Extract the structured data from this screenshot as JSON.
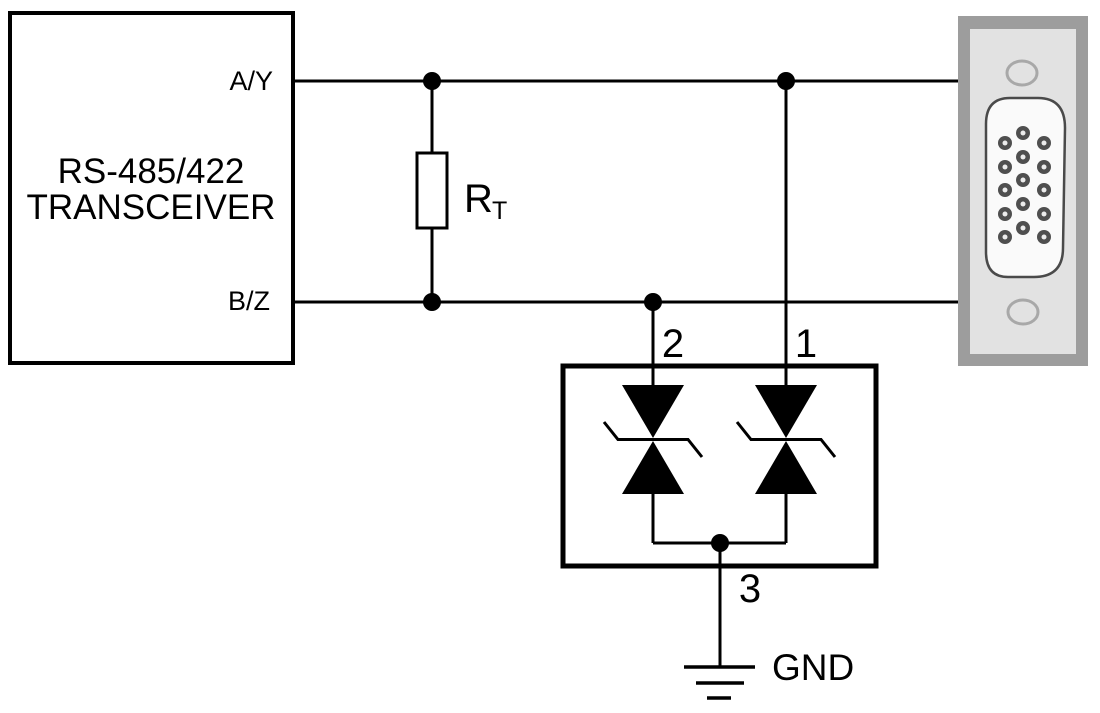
{
  "transceiver": {
    "title_line1": "RS-485/422",
    "title_line2": "TRANSCEIVER",
    "pin_ay": "A/Y",
    "pin_bz": "B/Z"
  },
  "termination": {
    "designator": "R",
    "subscript": "T"
  },
  "tvs_array": {
    "pin1_label": "1",
    "pin2_label": "2",
    "pin3_label": "3"
  },
  "ground": {
    "label": "GND"
  },
  "icons": {
    "connector": "d-sub-15-connector-icon",
    "diode": "tvs-bidirectional-diode-icon",
    "ground": "earth-ground-icon",
    "resistor": "resistor-icon"
  },
  "colors": {
    "wire": "#000000",
    "connector_frame": "#9d9d9d",
    "connector_panel": "#e2e2e2",
    "dsub_face": "#fafafa",
    "dsub_outline": "#4a4a4a",
    "pin_hole": "#4f4f4f",
    "pin_hole_center": "#ececec",
    "mount_hole_ring": "#a8a8a8"
  }
}
